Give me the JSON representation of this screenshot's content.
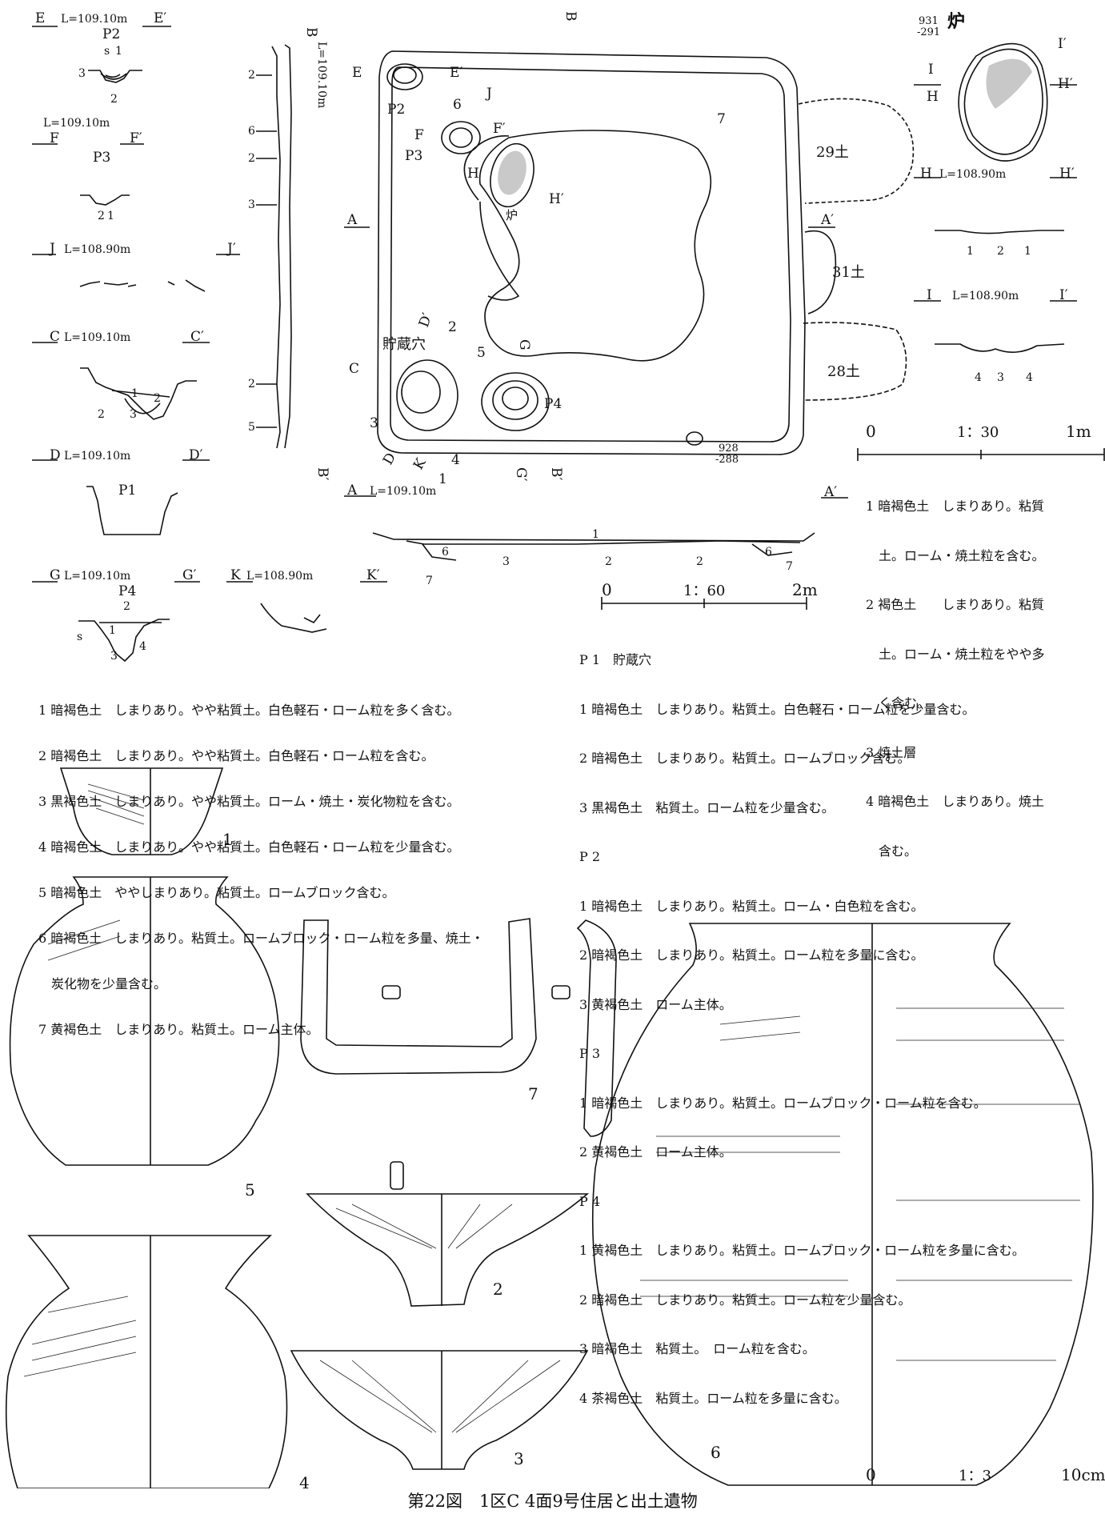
{
  "labels": {
    "E": "E",
    "E2": "E′",
    "P2": "P2",
    "F": "F",
    "F2": "F′",
    "P3": "P3",
    "J": "J",
    "J2": "J′",
    "C": "C",
    "C2": "C′",
    "D": "D",
    "D2": "D′",
    "P1": "P1",
    "G": "G",
    "G2": "G′",
    "P4": "P4",
    "K": "K",
    "K2": "K′",
    "B": "B",
    "B2": "B′",
    "A": "A",
    "A2": "A′",
    "H": "H",
    "H2": "H′",
    "I": "I",
    "I2": "I′",
    "ro": "炉",
    "chozo": "貯蔵穴",
    "elev_10910": "L=109.10m",
    "elev_10890": "L=108.90m",
    "grid1_top": "931",
    "grid1_bot": "-291",
    "grid2_top": "928",
    "grid2_bot": "-288",
    "pit29": "29土",
    "pit31": "31土",
    "pit28": "28土",
    "n1": "1",
    "n2": "2",
    "n3": "3",
    "n4": "4",
    "n5": "5",
    "n6": "6",
    "n7": "7",
    "s": "s"
  },
  "scales": {
    "s30": {
      "left": "0",
      "mid": "1：30",
      "right": "1m"
    },
    "s60": {
      "left": "0",
      "mid": "1：60",
      "right": "2m"
    },
    "s3": {
      "left": "0",
      "mid": "1：3",
      "right": "10cm"
    }
  },
  "legend_ro": [
    "1 暗褐色土　しまりあり。粘質",
    "　土。ローム・焼土粒を含む。",
    "2 褐色土　　しまりあり。粘質",
    "　土。ローム・焼土粒をやや多",
    "　く含む。",
    "3 焼土層",
    "4 暗褐色土　しまりあり。焼土",
    "　含む。"
  ],
  "legend_pits": [
    "P 1　貯蔵穴",
    "1 暗褐色土　しまりあり。粘質土。白色軽石・ローム粒を少量含む。",
    "2 暗褐色土　しまりあり。粘質土。ロームブロック含む。",
    "3 黒褐色土　粘質土。ローム粒を少量含む。",
    "P 2",
    "1 暗褐色土　しまりあり。粘質土。ローム・白色粒を含む。",
    "2 暗褐色土　しまりあり。粘質土。ローム粒を多量に含む。",
    "3 黄褐色土　ローム主体。",
    "P 3",
    "1 暗褐色土　しまりあり。粘質土。ロームブロック・ローム粒を含む。",
    "2 黄褐色土　ローム主体。",
    "P 4",
    "1 黄褐色土　しまりあり。粘質土。ロームブロック・ローム粒を多量に含む。",
    "2 暗褐色土　しまりあり。粘質土。ローム粒を少量含む。",
    "3 暗褐色土　粘質土。　ローム粒を含む。",
    "4 茶褐色土　粘質土。ローム粒を多量に含む。"
  ],
  "legend_house": [
    "1 暗褐色土　しまりあり。やや粘質土。白色軽石・ローム粒を多く含む。",
    "2 暗褐色土　しまりあり。やや粘質土。白色軽石・ローム粒を含む。",
    "3 黒褐色土　しまりあり。やや粘質土。ローム・焼土・炭化物粒を含む。",
    "4 暗褐色土　しまりあり。やや粘質土。白色軽石・ローム粒を少量含む。",
    "5 暗褐色土　ややしまりあり。粘質土。ロームブロック含む。",
    "6 暗褐色土　しまりあり。粘質土。ロームブロック・ローム粒を多量、焼土・",
    "　炭化物を少量含む。",
    "7 黄褐色土　しまりあり。粘質土。ローム主体。"
  ],
  "caption": "第22図　1区C 4面9号住居と出土遺物"
}
